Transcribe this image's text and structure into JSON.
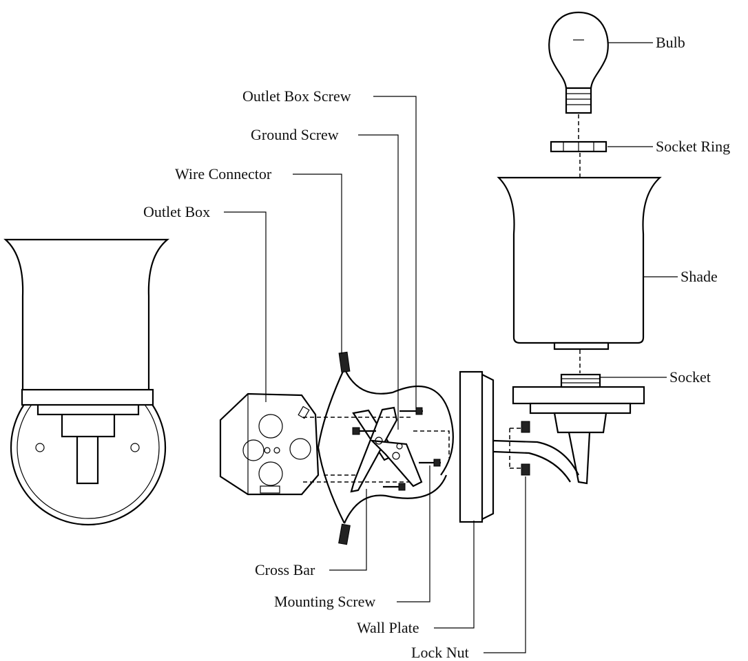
{
  "diagram": {
    "labels": {
      "bulb": "Bulb",
      "socket_ring": "Socket Ring",
      "shade": "Shade",
      "socket": "Socket",
      "outlet_box_screw": "Outlet Box Screw",
      "ground_screw": "Ground Screw",
      "wire_connector": "Wire Connector",
      "outlet_box": "Outlet Box",
      "cross_bar": "Cross Bar",
      "mounting_screw": "Mounting Screw",
      "wall_plate": "Wall Plate",
      "lock_nut": "Lock Nut"
    }
  },
  "colors": {
    "ink": "#000000",
    "background": "#ffffff"
  }
}
